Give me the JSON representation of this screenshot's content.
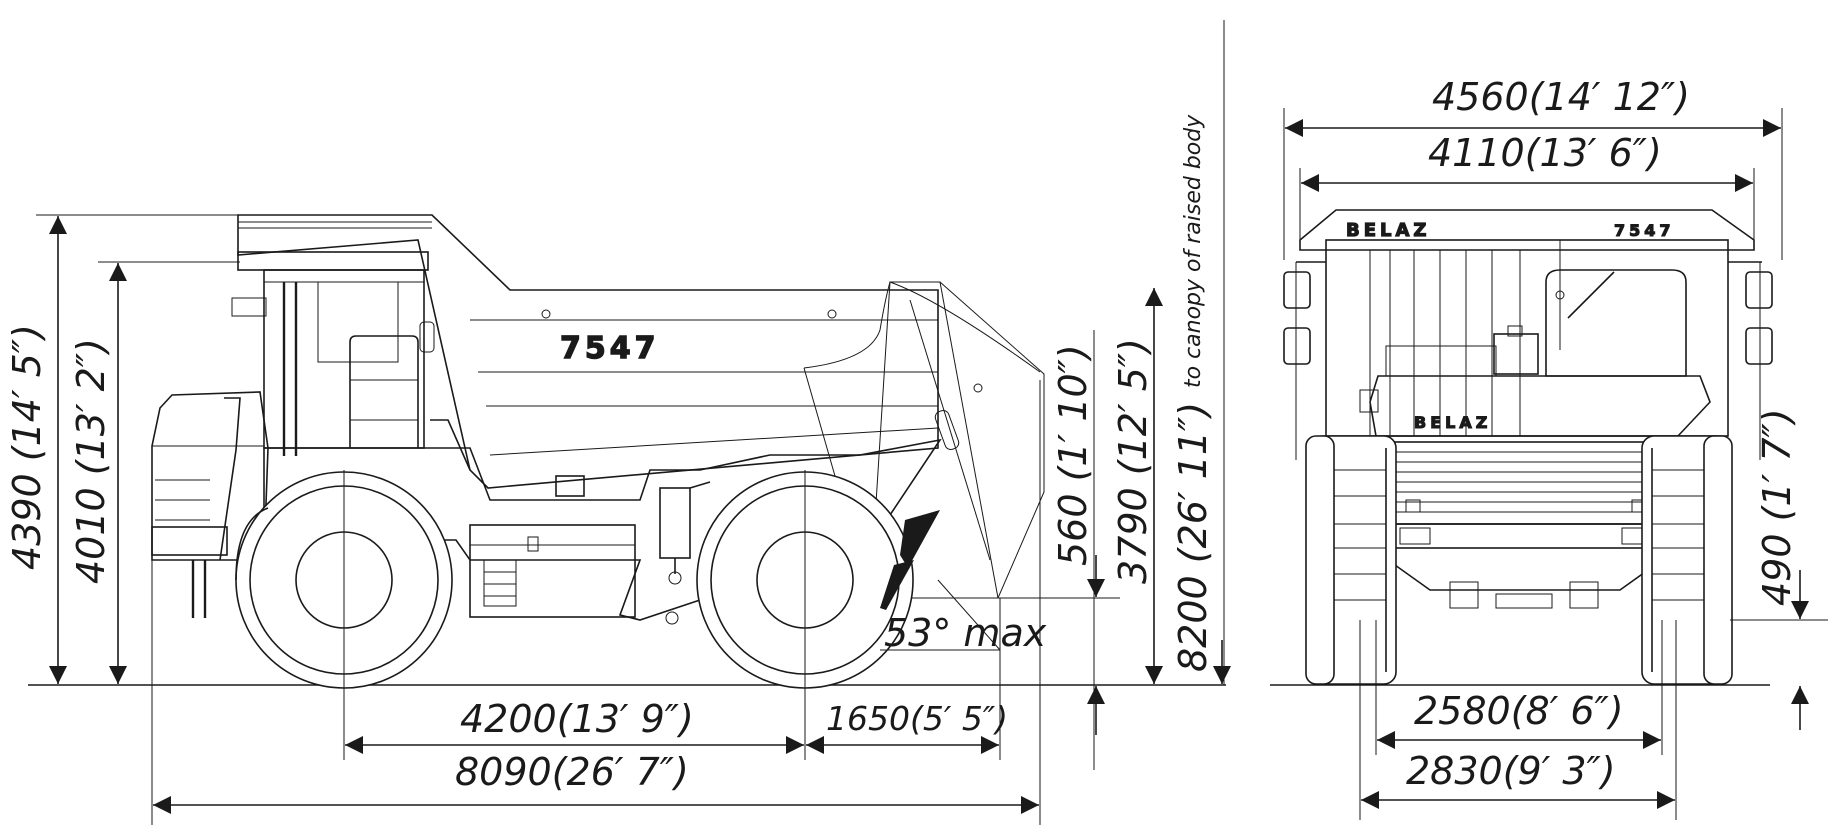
{
  "side_view": {
    "model_label": "7547",
    "overall_height": "4390 (14′ 5″)",
    "cab_height": "4010 (13′ 2″)",
    "wheelbase": "4200(13′ 9″)",
    "rear_overhang": "1650(5′ 5″)",
    "overall_length": "8090(26′ 7″)",
    "dump_angle": "53° max",
    "dump_clearance": "560 (1′ 10″)",
    "raised_pivot_height": "3790 (12′ 5″)",
    "raised_body_height": "8200 (26′ 11″)",
    "raised_body_note": "to canopy of raised body"
  },
  "front_view": {
    "brand_label": "BELAZ",
    "model_label": "7547",
    "grille_label": "BELAZ",
    "overall_width": "4560(14′ 12″)",
    "body_width": "4110(13′ 6″)",
    "ground_clearance": "490 (1′ 7″)",
    "front_track": "2580(8′ 6″)",
    "rear_track": "2830(9′ 3″)"
  },
  "colors": {
    "line": "#1a1a1a",
    "background": "#ffffff"
  }
}
